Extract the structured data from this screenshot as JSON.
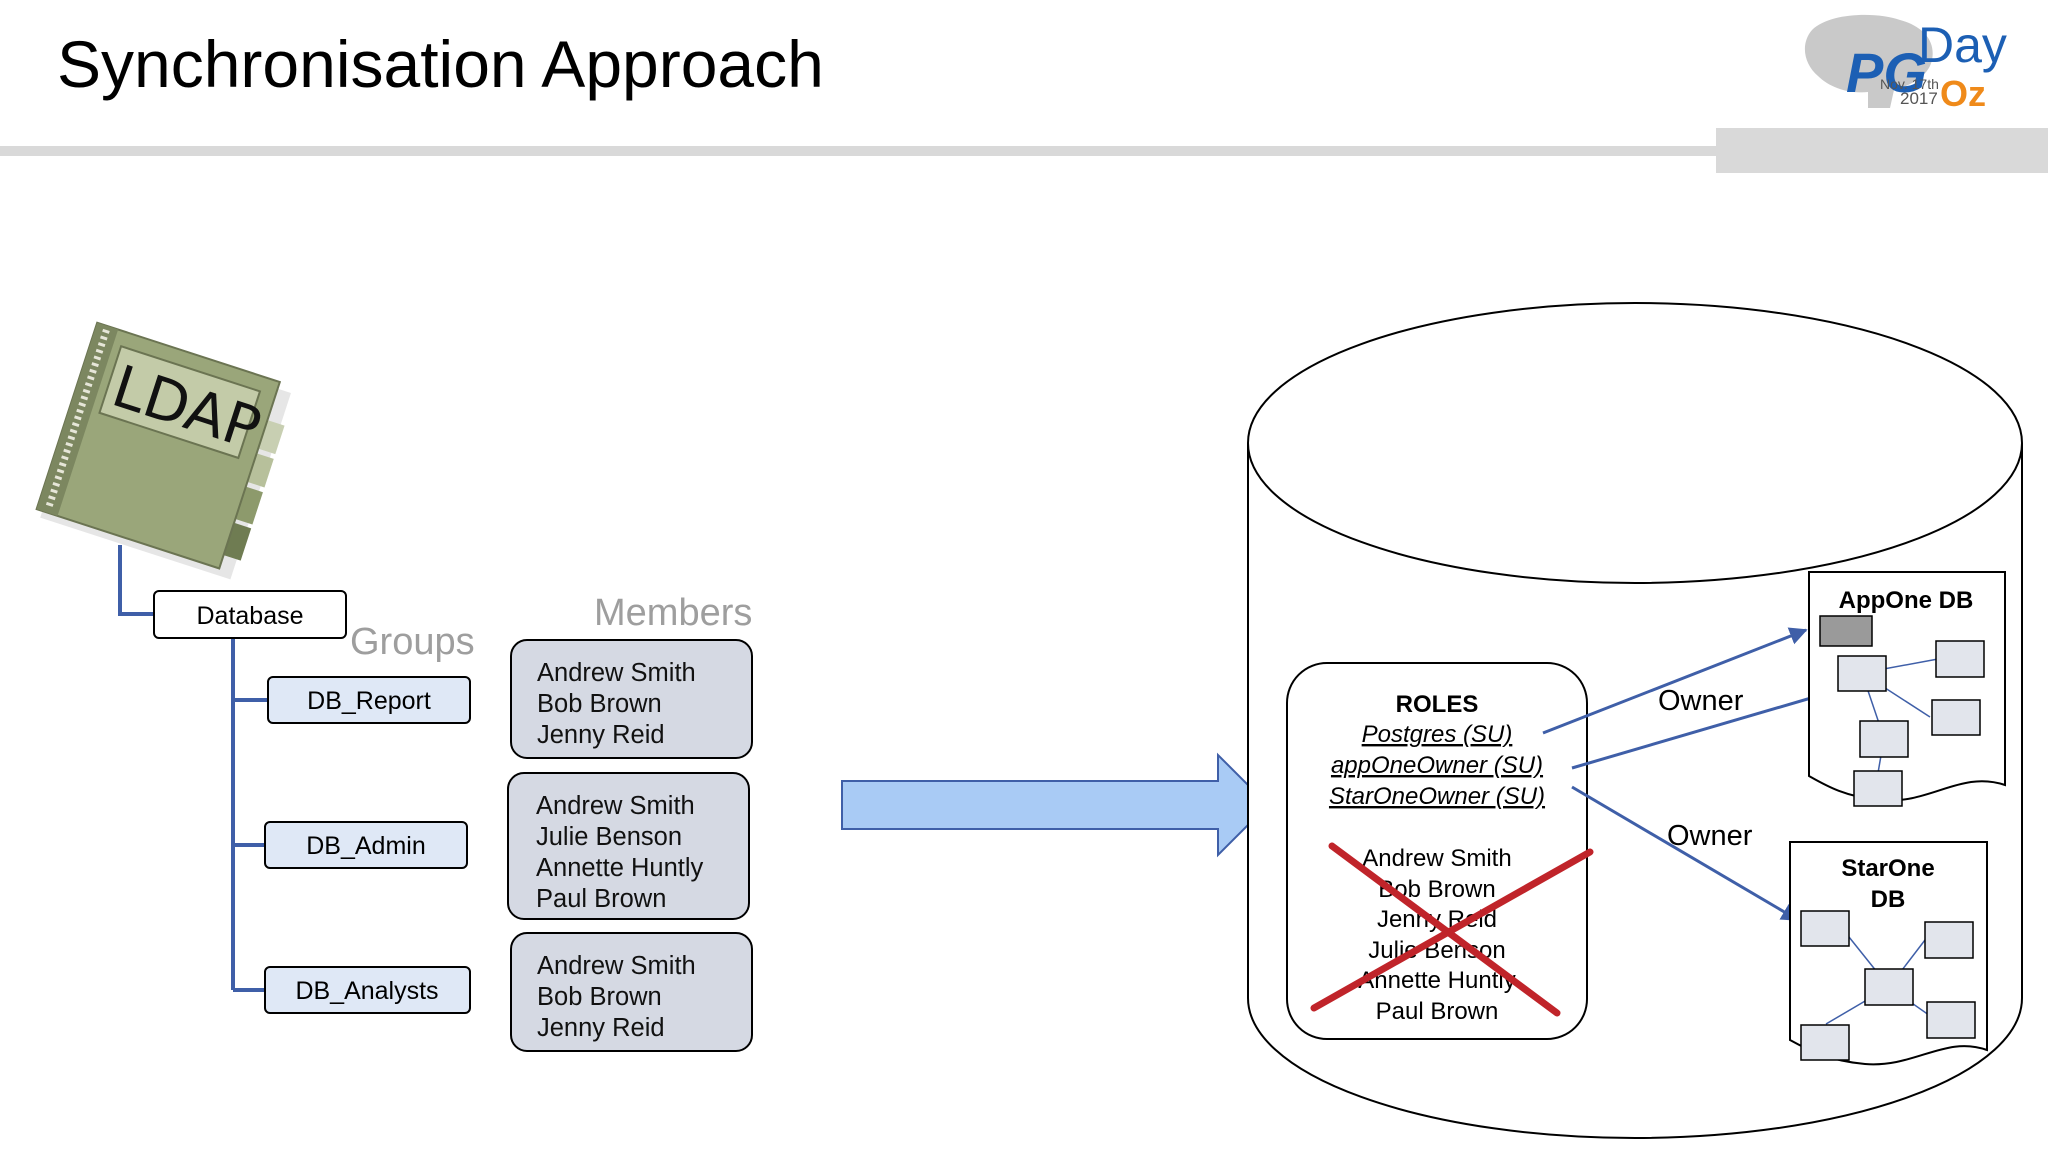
{
  "title": "Synchronisation Approach",
  "logo": {
    "pg": "PG",
    "day": "Day",
    "date": "Nov. 17th",
    "year": "2017",
    "oz": "Oz"
  },
  "ldap": {
    "label": "LDAP"
  },
  "tree": {
    "root_label": "Database",
    "groups_heading": "Groups",
    "members_heading": "Members",
    "groups": [
      {
        "label": "DB_Report",
        "members": [
          "Andrew Smith",
          "Bob Brown",
          "Jenny Reid"
        ]
      },
      {
        "label": "DB_Admin",
        "members": [
          "Andrew Smith",
          "Julie Benson",
          "Annette Huntly",
          "Paul Brown"
        ]
      },
      {
        "label": "DB_Analysts",
        "members": [
          "Andrew Smith",
          "Bob Brown",
          "Jenny Reid"
        ]
      }
    ]
  },
  "roles": {
    "heading": "ROLES",
    "superusers": [
      "Postgres (SU)",
      "appOneOwner (SU)",
      "StarOneOwner (SU)"
    ],
    "users": [
      "Andrew Smith",
      "Bob Brown",
      "Jenny Reid",
      "Julie Benson",
      "Annette Huntly",
      "Paul Brown"
    ]
  },
  "owner_labels": [
    "Owner",
    "Owner"
  ],
  "databases": [
    {
      "name_lines": [
        "AppOne DB"
      ]
    },
    {
      "name_lines": [
        "StarOne",
        "DB"
      ]
    }
  ],
  "colors": {
    "connector": "#3f5fa8",
    "group_fill": "#dfe8f6",
    "member_fill": "#d5d9e3",
    "big_arrow": "#a9cbf5",
    "cross": "#c0242a",
    "ldap_book": "#9aa67a",
    "logo_blue": "#1c5fb4",
    "logo_orange": "#ef8a1a"
  }
}
